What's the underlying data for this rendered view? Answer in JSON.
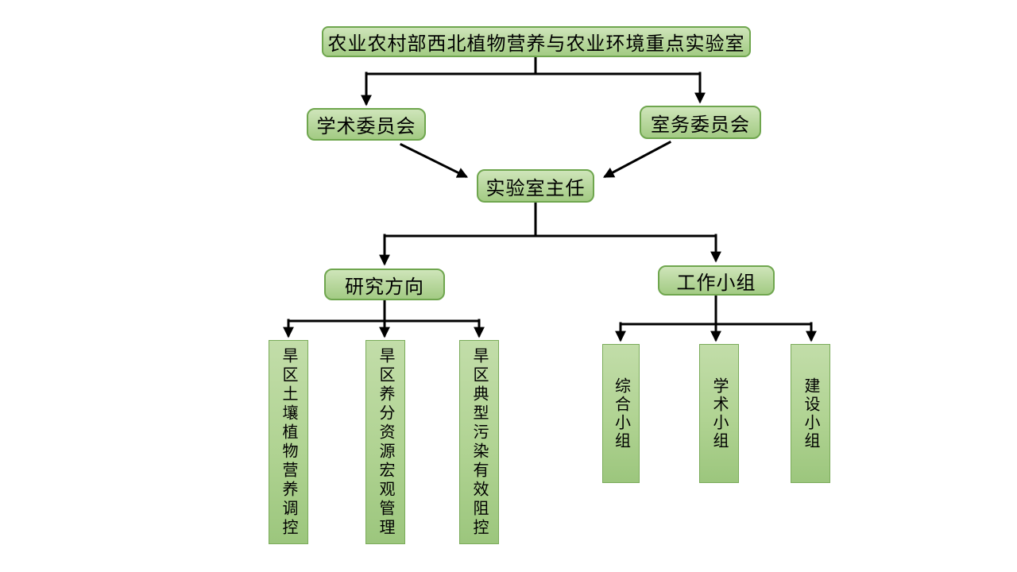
{
  "diagram": {
    "type": "org-chart",
    "colors": {
      "box_fill_top": "#cfe5ba",
      "box_fill_bottom": "#a3cb84",
      "box_border": "#6fa64e",
      "vbox_border": "#7aab59",
      "connector": "#000000",
      "background": "#ffffff",
      "text": "#000000"
    },
    "nodes": {
      "root": "农业农村部西北植物营养与农业环境重点实验室",
      "academic_committee": "学术委员会",
      "office_committee": "室务委员会",
      "lab_director": "实验室主任",
      "research_directions": "研究方向",
      "working_groups": "工作小组",
      "research_items": [
        "旱区土壤植物营养调控",
        "旱区养分资源宏观管理",
        "旱区典型污染有效阻控"
      ],
      "group_items": [
        "综合小组",
        "学术小组",
        "建设小组"
      ]
    }
  }
}
